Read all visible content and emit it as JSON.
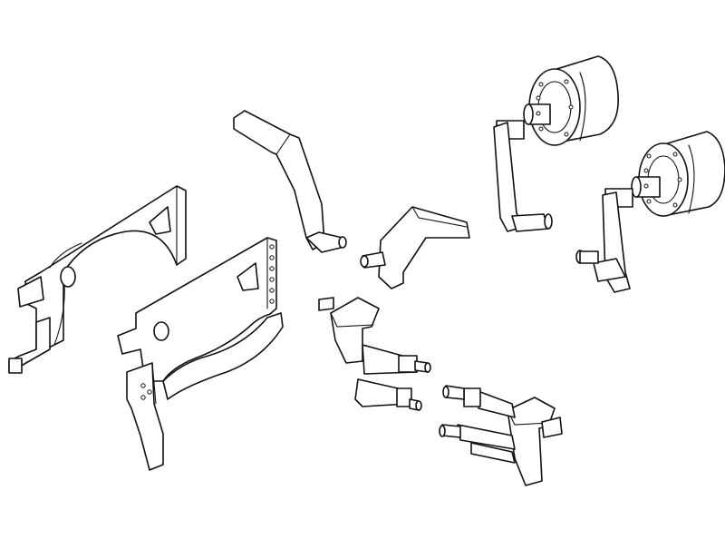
{
  "diagram": {
    "kind": "exploded-parts-line-drawing",
    "line_color": "#111111",
    "background": "#ffffff",
    "parts": [
      {
        "id": "left-splasher-plate"
      },
      {
        "id": "front-splasher-plate"
      },
      {
        "id": "brake-hanger-arm"
      },
      {
        "id": "angled-bracket"
      },
      {
        "id": "upper-brake-cylinder-assembly"
      },
      {
        "id": "lower-brake-cylinder-assembly"
      },
      {
        "id": "upper-stay-bracket"
      },
      {
        "id": "lower-stay-bracket"
      },
      {
        "id": "front-hanger-leg"
      }
    ]
  }
}
